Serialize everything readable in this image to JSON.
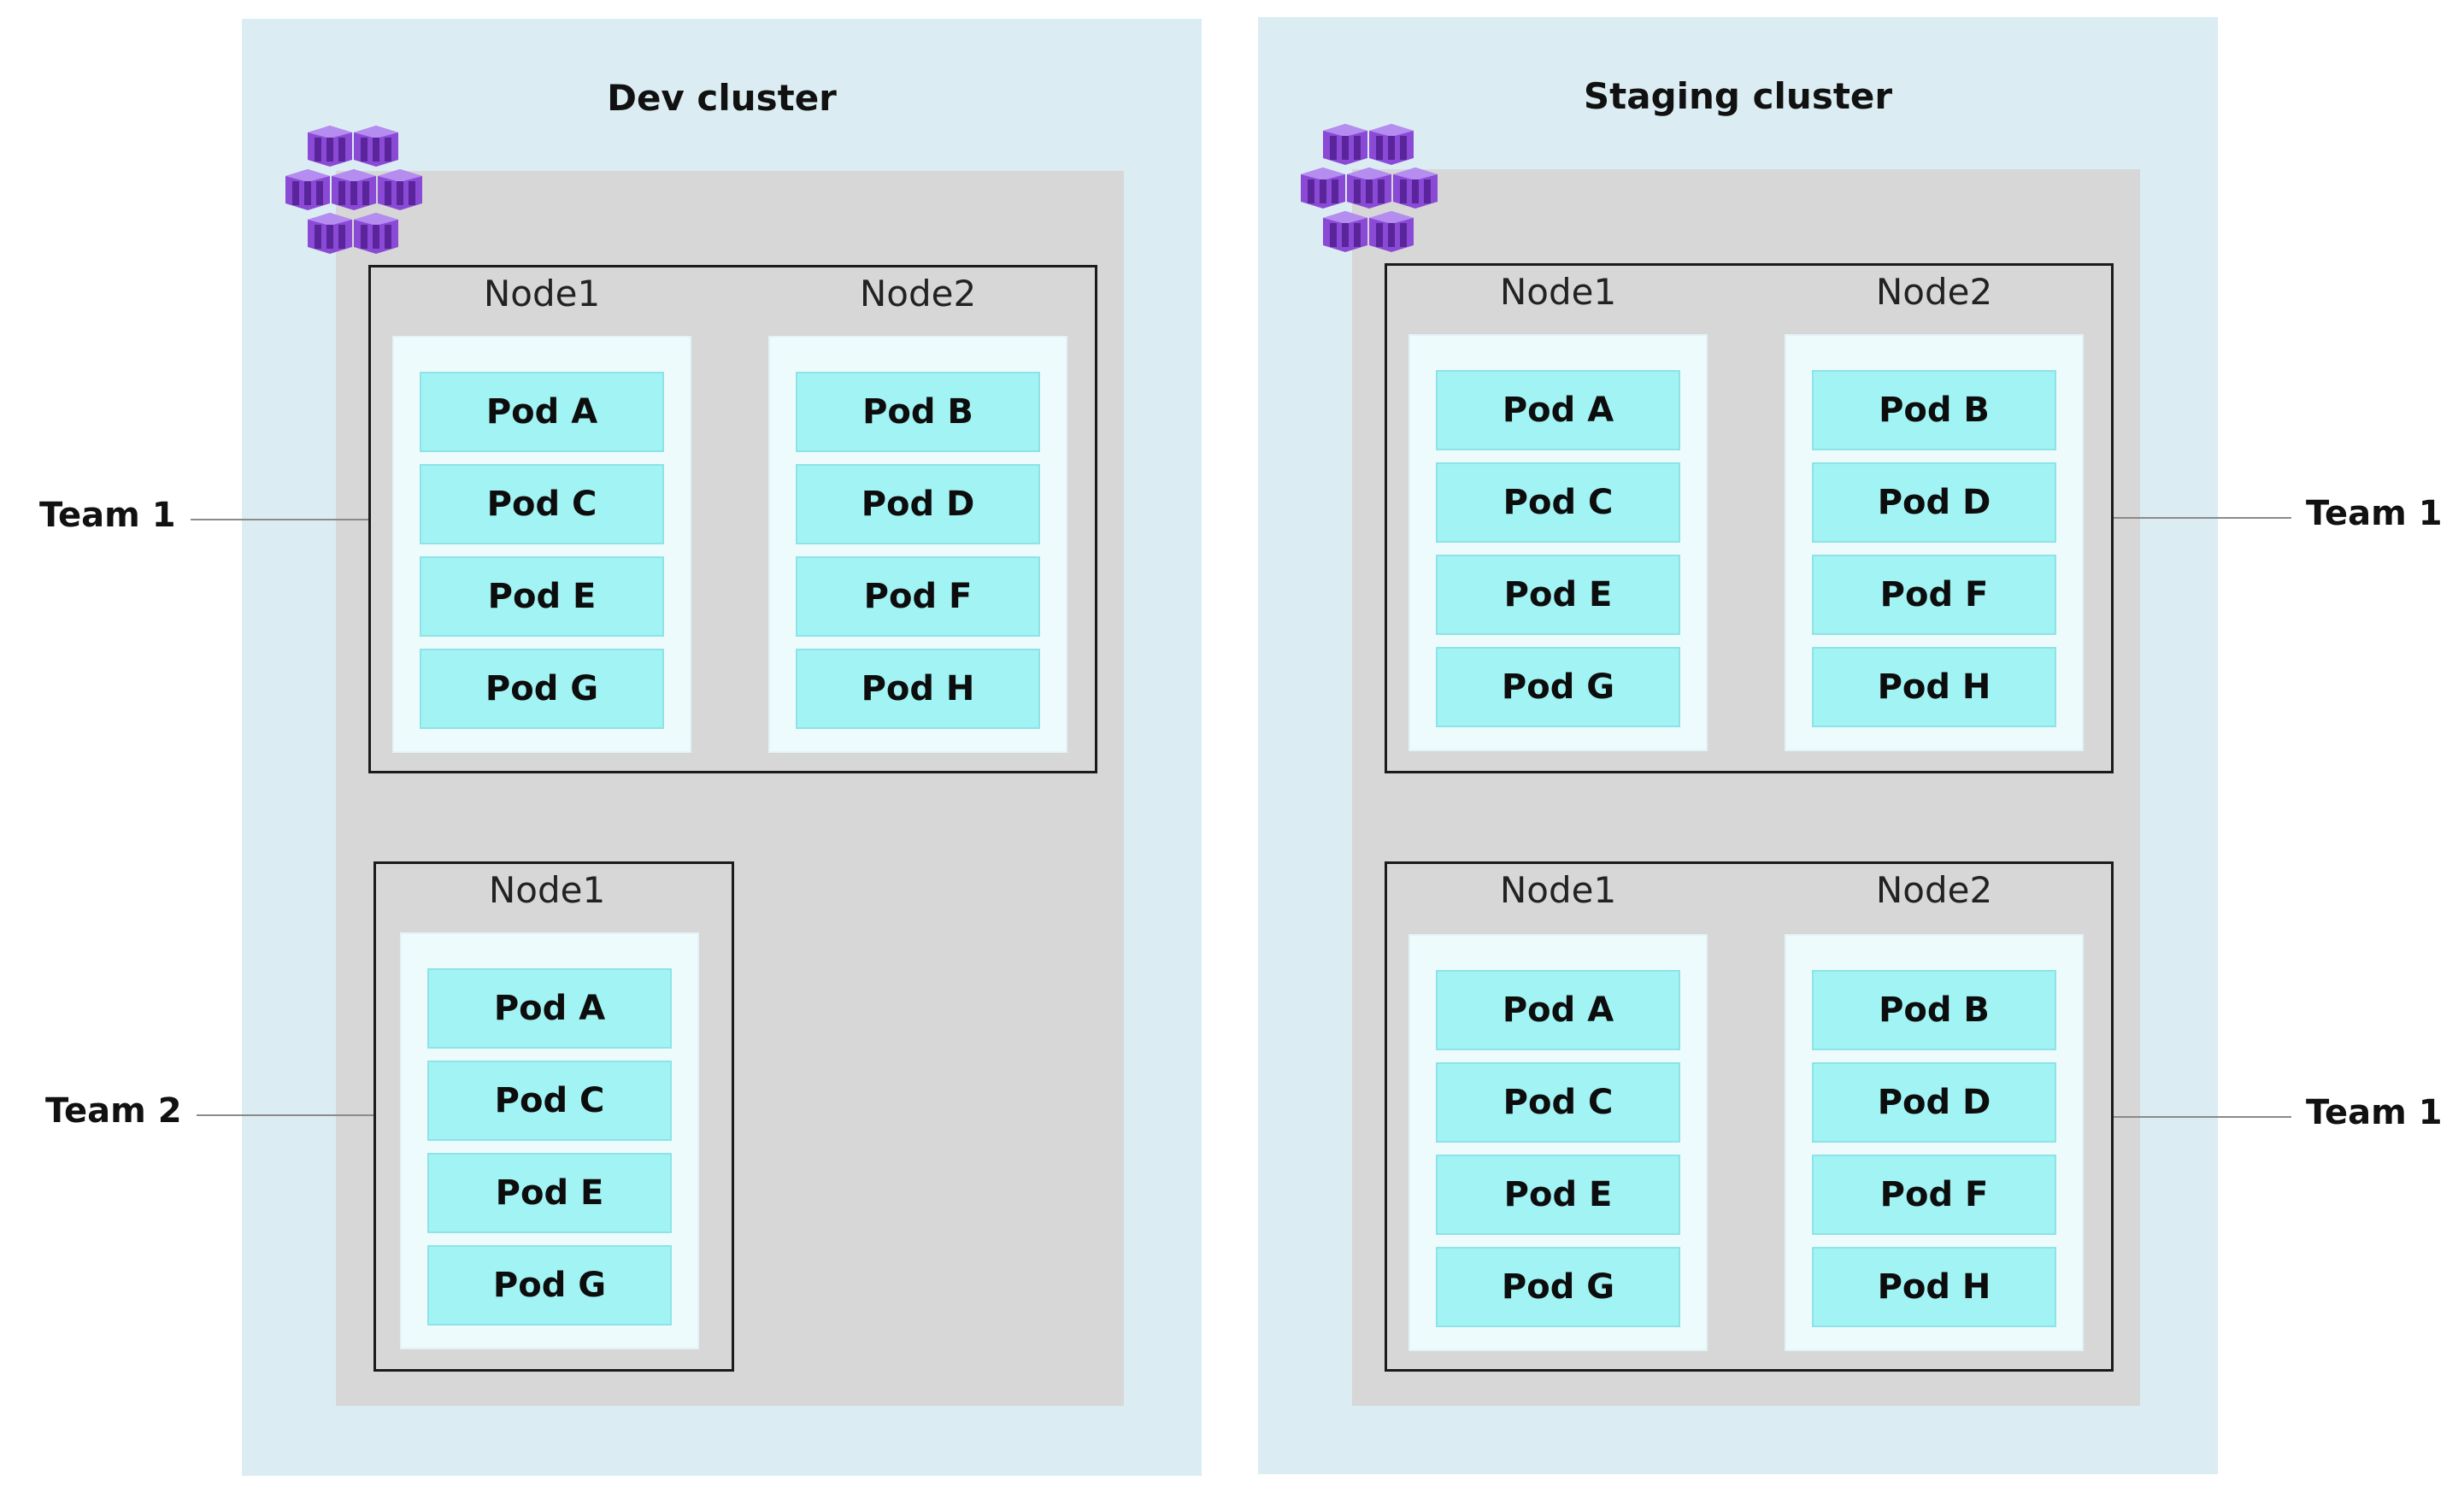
{
  "colors": {
    "cluster_bg": "#dbedf2",
    "inner_bg": "#d7d7d7",
    "node_panel_bg": "#eefbfd",
    "pod_bg": "#a2f3f4",
    "icon_purple": "#7b3fc4"
  },
  "icon": "kubernetes-cluster-icon",
  "dev_cluster": {
    "title": "Dev cluster",
    "team1": {
      "label": "Team 1",
      "nodes": [
        {
          "name": "Node1",
          "pods": [
            "Pod A",
            "Pod C",
            "Pod E",
            "Pod G"
          ]
        },
        {
          "name": "Node2",
          "pods": [
            "Pod B",
            "Pod D",
            "Pod F",
            "Pod H"
          ]
        }
      ]
    },
    "team2": {
      "label": "Team 2",
      "nodes": [
        {
          "name": "Node1",
          "pods": [
            "Pod A",
            "Pod C",
            "Pod E",
            "Pod G"
          ]
        }
      ]
    }
  },
  "staging_cluster": {
    "title": "Staging cluster",
    "group1": {
      "label": "Team 1",
      "nodes": [
        {
          "name": "Node1",
          "pods": [
            "Pod A",
            "Pod C",
            "Pod E",
            "Pod G"
          ]
        },
        {
          "name": "Node2",
          "pods": [
            "Pod B",
            "Pod D",
            "Pod F",
            "Pod H"
          ]
        }
      ]
    },
    "group2": {
      "label": "Team 1",
      "nodes": [
        {
          "name": "Node1",
          "pods": [
            "Pod A",
            "Pod C",
            "Pod E",
            "Pod G"
          ]
        },
        {
          "name": "Node2",
          "pods": [
            "Pod B",
            "Pod D",
            "Pod F",
            "Pod H"
          ]
        }
      ]
    }
  }
}
